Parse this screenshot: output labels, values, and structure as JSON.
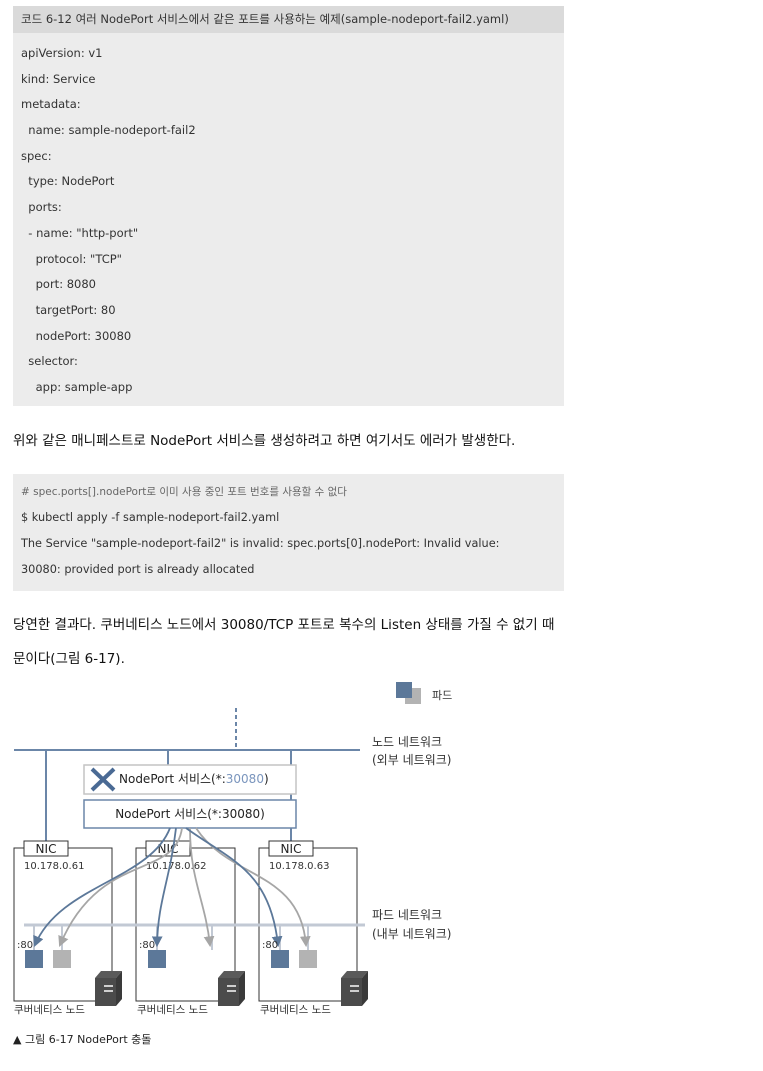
{
  "code_block_1": {
    "title": "코드 6-12 여러 NodePort 서비스에서 같은 포트를 사용하는 예제(sample-nodeport-fail2.yaml)",
    "lines": [
      "apiVersion: v1",
      "kind: Service",
      "metadata:",
      "  name: sample-nodeport-fail2",
      "spec:",
      "  type: NodePort",
      "  ports:",
      "  - name: \"http-port\"",
      "    protocol: \"TCP\"",
      "    port: 8080",
      "    targetPort: 80",
      "    nodePort: 30080",
      "  selector:",
      "    app: sample-app"
    ]
  },
  "paragraph_1": "위와 같은 매니페스트로 NodePort 서비스를 생성하려고 하면 여기서도 에러가 발생한다.",
  "terminal": {
    "comment": "# spec.ports[].nodePort로 이미 사용 중인 포트 번호를 사용할 수 없다",
    "lines": [
      "$ kubectl apply -f sample-nodeport-fail2.yaml",
      "The Service \"sample-nodeport-fail2\" is invalid: spec.ports[0].nodePort: Invalid value:",
      "30080: provided port is already allocated"
    ]
  },
  "paragraph_2_line_1": "당연한 결과다. 쿠버네티스 노드에서 30080/TCP 포트로 복수의 Listen 상태를 가질 수 없기 때",
  "paragraph_2_line_2": "문이다(그림 6-17).",
  "diagram": {
    "legend_pod": "파드",
    "node_network_1": "노드 네트워크",
    "node_network_2": "(외부 네트워크)",
    "pod_network_1": "파드 네트워크",
    "pod_network_2": "(내부 네트워크)",
    "failed_service_name": "NodePort 서비스(*:",
    "failed_service_port": "30080",
    "failed_service_close": ")",
    "service_label": "NodePort 서비스(*:30080)",
    "nic_label": "NIC",
    "nodes": [
      {
        "ip": "10.178.0.61",
        "port": ":80",
        "label": "쿠버네티스 노드"
      },
      {
        "ip": "10.178.0.62",
        "port": ":80",
        "label": "쿠버네티스 노드"
      },
      {
        "ip": "10.178.0.63",
        "port": ":80",
        "label": "쿠버네티스 노드"
      }
    ],
    "colors": {
      "network": "#6b86a8",
      "pod_blue": "#5c7899",
      "pod_gray": "#b3b3b3",
      "arrow_gray": "#a6a6a6",
      "fail_port": "#7a95bd"
    }
  },
  "caption": "▲ 그림 6-17 NodePort 충돌"
}
